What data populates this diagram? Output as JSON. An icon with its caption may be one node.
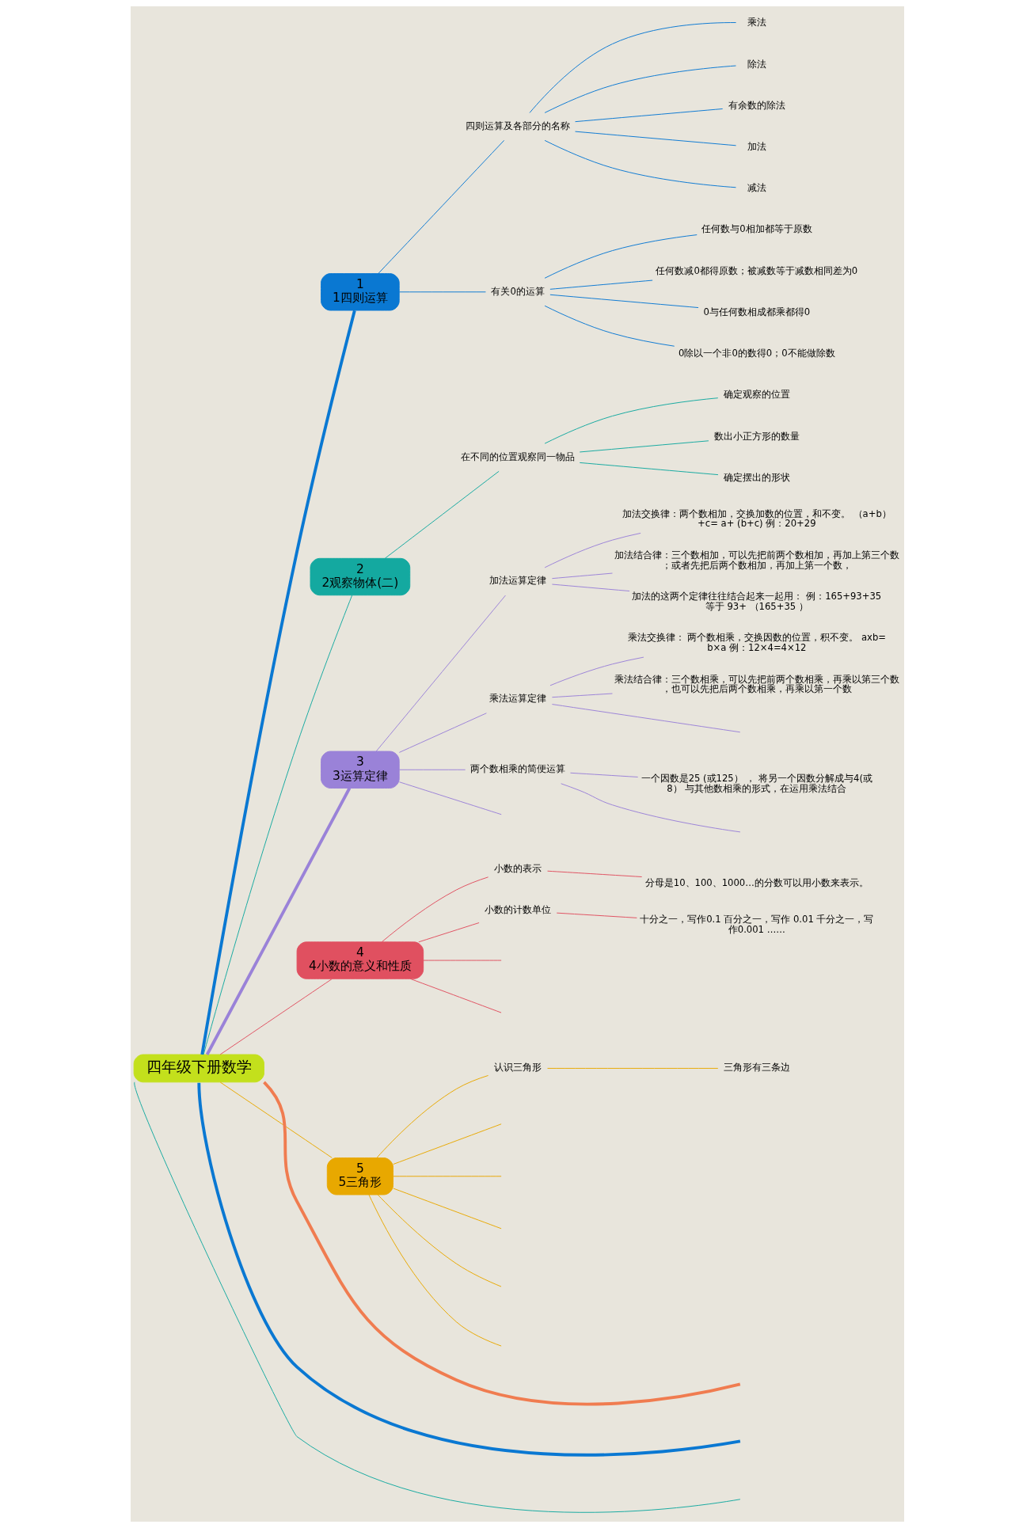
{
  "diagram": {
    "nodes": [
      {
        "text": [
          "四年级下册数学"
        ]
      },
      {
        "text": [
          "1",
          "1四则运算"
        ]
      },
      {
        "text": [
          "四则运算及各部分的名称"
        ]
      },
      {
        "text": [
          "乘法"
        ]
      },
      {
        "text": [
          "除法"
        ]
      },
      {
        "text": [
          "有余数的除法"
        ]
      },
      {
        "text": [
          "加法"
        ]
      },
      {
        "text": [
          "减法"
        ]
      },
      {
        "text": [
          "有关0的运算"
        ]
      },
      {
        "text": [
          "任何数与0相加都等于原数"
        ]
      },
      {
        "text": [
          "任何数减0都得原数；被减数等于减数相同差为0"
        ]
      },
      {
        "text": [
          "0与任何数相成都乘都得0"
        ]
      },
      {
        "text": [
          "0除以一个非0的数得0；0不能做除数"
        ]
      },
      {
        "text": [
          "2",
          "2观察物体(二)"
        ]
      },
      {
        "text": [
          "在不同的位置观察同一物品"
        ]
      },
      {
        "text": [
          "确定观察的位置"
        ]
      },
      {
        "text": [
          "数出小正方形的数量"
        ]
      },
      {
        "text": [
          "确定摆出的形状"
        ]
      },
      {
        "text": [
          "3",
          "3运算定律"
        ]
      },
      {
        "text": [
          "加法运算定律"
        ]
      },
      {
        "text": [
          "加法交换律：两个数相加，交换加数的位置，和不变。 （a+b）+c= a+ (b+c) 例：20+29"
        ]
      },
      {
        "text": [
          "加法结合律：三个数相加，可以先把前两个数相加，再加上第三个数；或者先把后两个数相加，再加上第一个数，"
        ]
      },
      {
        "text": [
          "加法的这两个定律往往结合起来一起用： 例：165+93+35等于 93+ （165+35 ）"
        ]
      },
      {
        "text": [
          "乘法运算定律"
        ]
      },
      {
        "text": [
          "乘法交换律： 两个数相乘，交换因数的位置，积不变。 axb= b×a 例：12×4=4×12"
        ]
      },
      {
        "text": [
          "乘法结合律：三个数相乘，可以先把前两个数相乘，再乘以第三个数，也可以先把后两个数相乘，再乘以第一个数"
        ]
      },
      {
        "text": [
          "两个数相乘的简便运算"
        ]
      },
      {
        "text": [
          "一个因数是25 (或125） ， 将另一个因数分解成与4(或8） 与其他数相乘的形式，在运用乘法结合"
        ]
      },
      {
        "text": [
          "4",
          "4小数的意义和性质"
        ]
      },
      {
        "text": [
          "小数的表示"
        ]
      },
      {
        "text": [
          "分母是10、100、1000…的分数可以用小数来表示。"
        ]
      },
      {
        "text": [
          "小数的计数单位"
        ]
      },
      {
        "text": [
          "十分之一，写作0.1 百分之一，写作 0.01 千分之一，写作0.001 ……"
        ]
      },
      {
        "text": [
          "5",
          "5三角形"
        ]
      },
      {
        "text": [
          "认识三角形"
        ]
      },
      {
        "text": [
          "三角形有三条边"
        ]
      }
    ],
    "edges": [
      {
        "from": 0,
        "to": 1,
        "arrow": "none",
        "style": "thick",
        "color": "#0a78d2"
      },
      {
        "from": 1,
        "to": 2,
        "arrow": "none",
        "color": "#0a78d2"
      },
      {
        "from": 2,
        "to": 3,
        "arrow": "none",
        "color": "#0a78d2"
      },
      {
        "from": 2,
        "to": 4,
        "arrow": "none",
        "color": "#0a78d2"
      },
      {
        "from": 2,
        "to": 5,
        "arrow": "none",
        "color": "#0a78d2"
      },
      {
        "from": 2,
        "to": 6,
        "arrow": "none",
        "color": "#0a78d2"
      },
      {
        "from": 2,
        "to": 7,
        "arrow": "none",
        "color": "#0a78d2"
      },
      {
        "from": 1,
        "to": 8,
        "arrow": "none",
        "color": "#0a78d2"
      },
      {
        "from": 8,
        "to": 9,
        "arrow": "none",
        "color": "#0a78d2"
      },
      {
        "from": 8,
        "to": 10,
        "arrow": "none",
        "color": "#0a78d2"
      },
      {
        "from": 8,
        "to": 11,
        "arrow": "none",
        "color": "#0a78d2"
      },
      {
        "from": 8,
        "to": 12,
        "arrow": "none",
        "color": "#0a78d2"
      },
      {
        "from": 0,
        "to": 13,
        "arrow": "none",
        "color": "#14a9a0"
      },
      {
        "from": 13,
        "to": 14,
        "arrow": "none",
        "color": "#14a9a0"
      },
      {
        "from": 14,
        "to": 15,
        "arrow": "none",
        "color": "#14a9a0"
      },
      {
        "from": 14,
        "to": 16,
        "arrow": "none",
        "color": "#14a9a0"
      },
      {
        "from": 14,
        "to": 17,
        "arrow": "none",
        "color": "#14a9a0"
      },
      {
        "from": 0,
        "to": 18,
        "arrow": "none",
        "style": "thick",
        "color": "#9a82d8"
      },
      {
        "from": 18,
        "to": 19,
        "arrow": "none",
        "color": "#9a82d8"
      },
      {
        "from": 19,
        "to": 20,
        "arrow": "none",
        "color": "#9a82d8"
      },
      {
        "from": 19,
        "to": 21,
        "arrow": "none",
        "color": "#9a82d8"
      },
      {
        "from": 19,
        "to": 22,
        "arrow": "none",
        "color": "#9a82d8"
      },
      {
        "from": 18,
        "to": 23,
        "arrow": "none",
        "color": "#9a82d8"
      },
      {
        "from": 23,
        "to": 24,
        "arrow": "none",
        "color": "#9a82d8"
      },
      {
        "from": 23,
        "to": 25,
        "arrow": "none",
        "color": "#9a82d8"
      },
      {
        "from": 23,
        "to": null,
        "arrow": "none",
        "color": "#9a82d8"
      },
      {
        "from": 18,
        "to": 26,
        "arrow": "none",
        "color": "#9a82d8"
      },
      {
        "from": 26,
        "to": 27,
        "arrow": "none",
        "color": "#9a82d8"
      },
      {
        "from": 26,
        "to": null,
        "arrow": "none",
        "color": "#9a82d8"
      },
      {
        "from": 18,
        "to": null,
        "arrow": "none",
        "color": "#9a82d8"
      },
      {
        "from": 0,
        "to": 28,
        "arrow": "none",
        "color": "#e05060"
      },
      {
        "from": 28,
        "to": 29,
        "arrow": "none",
        "color": "#e05060"
      },
      {
        "from": 29,
        "to": 30,
        "arrow": "none",
        "color": "#e05060"
      },
      {
        "from": 28,
        "to": 31,
        "arrow": "none",
        "color": "#e05060"
      },
      {
        "from": 31,
        "to": 32,
        "arrow": "none",
        "color": "#e05060"
      },
      {
        "from": 28,
        "to": null,
        "arrow": "none",
        "color": "#e05060"
      },
      {
        "from": 28,
        "to": null,
        "arrow": "none",
        "color": "#e05060"
      },
      {
        "from": 0,
        "to": 33,
        "arrow": "none",
        "color": "#e8a800"
      },
      {
        "from": 33,
        "to": 34,
        "arrow": "none",
        "color": "#e8a800"
      },
      {
        "from": 34,
        "to": 35,
        "arrow": "none",
        "color": "#e8a800"
      },
      {
        "from": 33,
        "to": null,
        "arrow": "none",
        "color": "#e8a800"
      },
      {
        "from": 33,
        "to": null,
        "arrow": "none",
        "color": "#e8a800"
      },
      {
        "from": 33,
        "to": null,
        "arrow": "none",
        "color": "#e8a800"
      },
      {
        "from": 33,
        "to": null,
        "arrow": "none",
        "color": "#e8a800"
      },
      {
        "from": 33,
        "to": null,
        "arrow": "none",
        "color": "#e8a800"
      },
      {
        "from": 0,
        "to": null,
        "arrow": "none",
        "color": "#14a9a0"
      },
      {
        "from": 0,
        "to": null,
        "arrow": "none",
        "style": "thick",
        "color": "#0a78d2"
      },
      {
        "from": 0,
        "to": null,
        "arrow": "none",
        "style": "thick",
        "color": "#f07c50"
      }
    ]
  }
}
